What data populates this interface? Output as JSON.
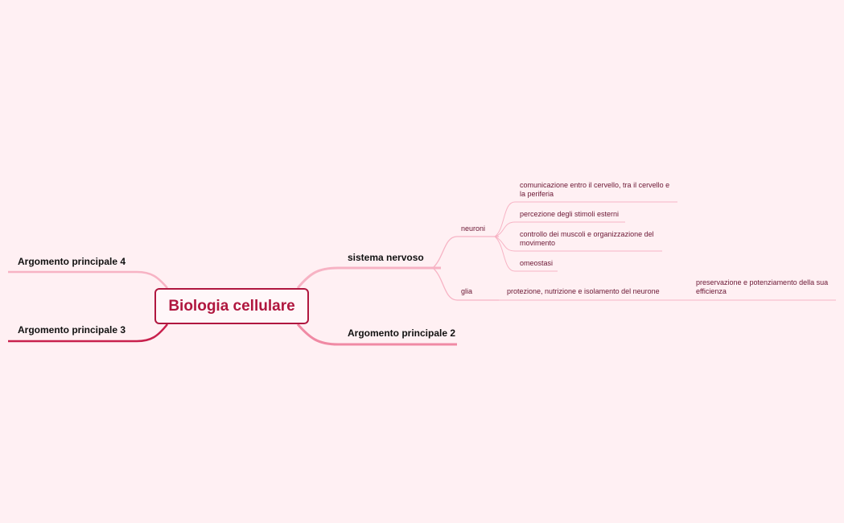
{
  "central_topic": "Biologia cellulare",
  "main_topics": {
    "topic_1": "sistema nervoso",
    "topic_2": "Argomento principale 2",
    "topic_3": "Argomento principale 3",
    "topic_4": "Argomento principale 4"
  },
  "subtopics": {
    "neuroni": "neuroni",
    "glia": "glia"
  },
  "neuroni_details": {
    "d1_line1": "comunicazione entro il cervello, tra il cervello e",
    "d1_line2": "la periferia",
    "d2": "percezione degli stimoli esterni",
    "d3_line1": "controllo dei muscoli e organizzazione del",
    "d3_line2": "movimento",
    "d4": "omeostasi"
  },
  "glia_details": {
    "g1": "protezione, nutrizione e isolamento del neurone",
    "g2_line1": "preservazione e potenziamento della sua",
    "g2_line2": "efficienza"
  },
  "colors": {
    "background": "#fff0f3",
    "central_border": "#b0173f",
    "branch_light": "#f7b3c4",
    "branch_medium": "#f08aa4",
    "branch_dark": "#c8214d",
    "text_dark_red": "#6a1633"
  }
}
